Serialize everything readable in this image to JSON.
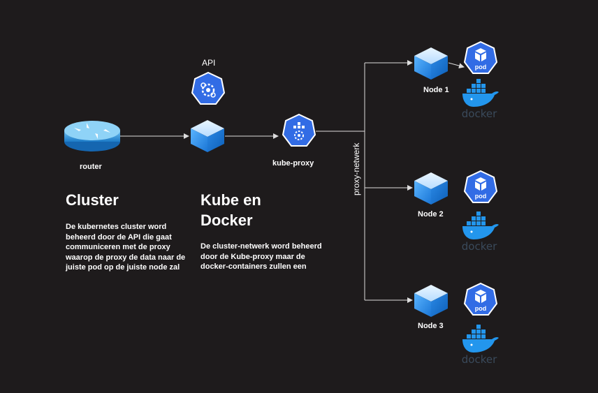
{
  "labels": {
    "api": "API",
    "router": "router",
    "kube_proxy": "kube-proxy",
    "proxy_netwerk": "proxy-netwerk",
    "pod": "pod",
    "docker": "docker"
  },
  "nodes": [
    {
      "label": "Node 1"
    },
    {
      "label": "Node 2"
    },
    {
      "label": "Node 3"
    }
  ],
  "sections": {
    "cluster": {
      "title": "Cluster",
      "lines": [
        "De kubernetes cluster word",
        "beheerd door de API die gaat",
        "communiceren met de proxy",
        "waarop de proxy de data naar de",
        "juiste pod op de juiste node zal"
      ]
    },
    "kube_docker": {
      "title_lines": [
        "Kube en",
        "Docker"
      ],
      "lines": [
        "De cluster-netwerk word beheerd",
        "door de Kube-proxy maar de",
        "docker-containers zullen een"
      ]
    }
  },
  "colors": {
    "background": "#1e1b1c",
    "k8s_blue": "#326ce5",
    "cube_blue": "#2f8ee8",
    "docker_blue": "#2396ed",
    "docker_text": "#3a4a5b",
    "connector": "#dddddd"
  },
  "icons": [
    "router-icon",
    "api-icon",
    "cube-icon",
    "kube-proxy-icon",
    "pod-icon",
    "docker-icon"
  ]
}
